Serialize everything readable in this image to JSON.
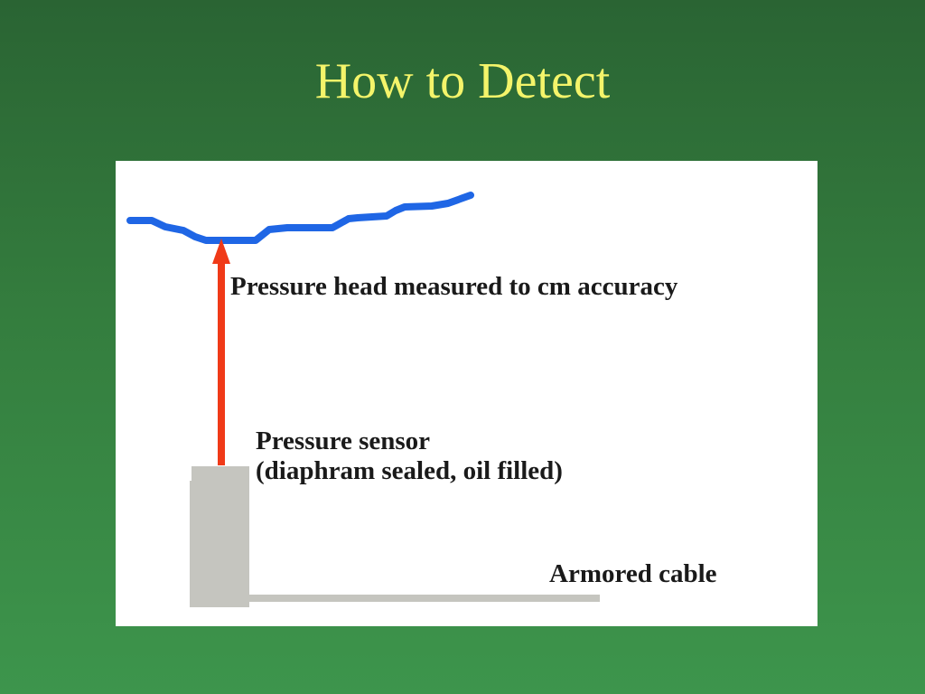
{
  "title": "How to Detect",
  "labels": {
    "pressure_head": "Pressure head measured to cm accuracy",
    "sensor_line1": "Pressure sensor",
    "sensor_line2": "(diaphram sealed, oil filled)",
    "cable": "Armored cable"
  },
  "colors": {
    "background_top": "#2a6433",
    "background_bottom": "#3d954c",
    "title": "#f4f46a",
    "water_surface": "#1f66e5",
    "arrow": "#f03a18",
    "sensor": "#c5c5bf",
    "cable": "#c5c5bf",
    "panel": "#ffffff"
  }
}
